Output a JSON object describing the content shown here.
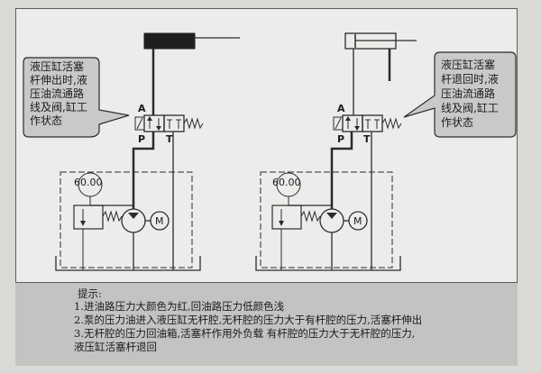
{
  "left_circuit": {
    "callout": [
      "液压缸活塞",
      "杆伸出时,液",
      "压油流通路",
      "线及阀,缸工",
      "作状态"
    ],
    "port_a": "A",
    "port_p": "P",
    "port_t": "T",
    "gauge_value": "60.00",
    "motor_label": "M"
  },
  "right_circuit": {
    "callout": [
      "液压缸活塞",
      "杆退回时,液",
      "压油流通路",
      "线及阀,缸工",
      "作状态"
    ],
    "port_a": "A",
    "port_p": "P",
    "port_t": "T",
    "gauge_value": "60.00",
    "motor_label": "M"
  },
  "hints": {
    "title": "提示:",
    "line1": "1.进油路压力大颜色为红,回油路压力低颜色浅",
    "line2": "2.泵的压力油进入液压缸无杆腔,无杆腔的压力大于有杆腔的压力,活塞杆伸出",
    "line3": "3.无杆腔的压力回油箱,活塞杆作用外负载 有杆腔的压力大于无杆腔的压力,",
    "line4": "液压缸活塞杆退回"
  },
  "colors": {
    "line": "#2b2b2b",
    "callout_fill": "#c9cac8",
    "panel": "#ececea",
    "hint_fill": "#c3c4c2"
  }
}
